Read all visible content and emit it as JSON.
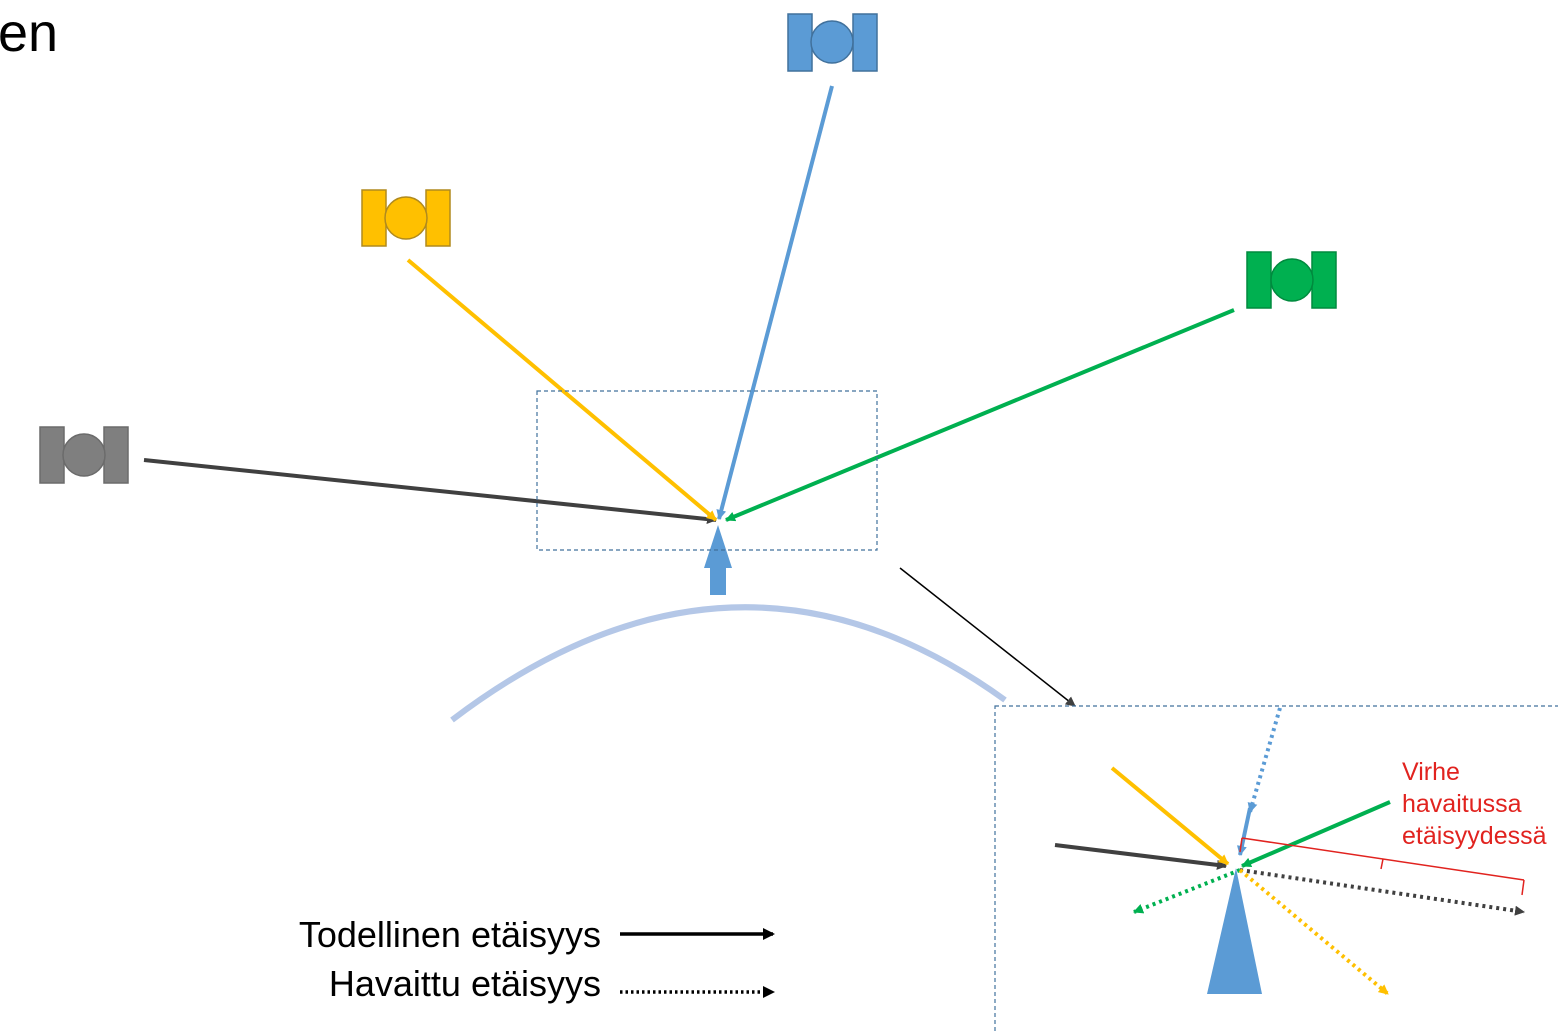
{
  "title_fragment": "en",
  "colors": {
    "blue": "#5b9bd5",
    "yellow": "#ffc000",
    "green": "#00b050",
    "gray": "#7f7f7f",
    "earth": "#b4c7e7",
    "error": "#e1231f"
  },
  "satellites": [
    {
      "name": "gray",
      "icon": "satellite-icon"
    },
    {
      "name": "yellow",
      "icon": "satellite-icon"
    },
    {
      "name": "blue",
      "icon": "satellite-icon"
    },
    {
      "name": "green",
      "icon": "satellite-icon"
    }
  ],
  "receiver_icon": "receiver-antenna-icon",
  "error_label": {
    "line1": "Virhe",
    "line2": "havaitussa",
    "line3": "etäisyydessä"
  },
  "legend": {
    "true_distance": "Todellinen etäisyys",
    "observed_distance": "Havaittu etäisyys"
  }
}
